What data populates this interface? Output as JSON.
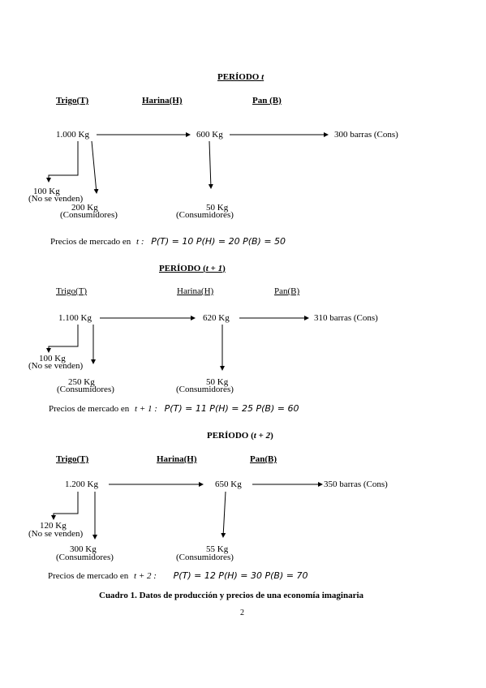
{
  "sections": [
    {
      "title_prefix": "PERÍODO ",
      "title_var": "t",
      "title_suffix": "",
      "headers": [
        "Trigo(T)",
        "Harina(H)",
        "Pan (B)"
      ],
      "trigo": "1.000 Kg",
      "harina": "600 Kg",
      "pan": "300 barras (Cons)",
      "no_venden_qty": "100 Kg",
      "no_venden_label": "(No se venden)",
      "trigo_cons_qty": "200 Kg",
      "cons_label": "(Consumidores)",
      "harina_cons_qty": "50 Kg",
      "harina_cons_label": "(Consumidores)",
      "prices_label": "Precios de mercado en",
      "prices_period": "t :",
      "prices": "P(T) = 10    P(H) = 20    P(B) = 50"
    },
    {
      "title_prefix": "PERÍODO (",
      "title_var": "t + 1",
      "title_suffix": ")",
      "headers": [
        "Trigo(T)",
        "Harina(H)",
        "Pan(B)"
      ],
      "trigo": "1.100 Kg",
      "harina": "620 Kg",
      "pan": "310 barras (Cons)",
      "no_venden_qty": "100 Kg",
      "no_venden_label": "(No se venden)",
      "trigo_cons_qty": "250 Kg",
      "cons_label": "(Consumidores)",
      "harina_cons_qty": "50 Kg",
      "harina_cons_label": "(Consumidores)",
      "prices_label": "Precios de mercado en",
      "prices_period": "t + 1 :",
      "prices": "P(T) = 11   P(H) = 25   P(B) = 60"
    },
    {
      "title_prefix": "PERÍODO (",
      "title_var": "t + 2",
      "title_suffix": ")",
      "headers": [
        "Trigo(T)",
        "Harina(H)",
        "Pan(B)"
      ],
      "trigo": "1.200 Kg",
      "harina": "650 Kg",
      "pan": "350 barras (Cons)",
      "no_venden_qty": "120 Kg",
      "no_venden_label": "(No se venden)",
      "trigo_cons_qty": "300 Kg",
      "cons_label": "(Consumidores)",
      "harina_cons_qty": "55 Kg",
      "harina_cons_label": "(Consumidores)",
      "prices_label": "Precios de mercado en",
      "prices_period": "t + 2 :",
      "prices": "P(T) = 12   P(H) = 30   P(B) = 70"
    }
  ],
  "caption": "Cuadro 1. Datos de producción y precios de una economía imaginaria",
  "page_number": "2"
}
